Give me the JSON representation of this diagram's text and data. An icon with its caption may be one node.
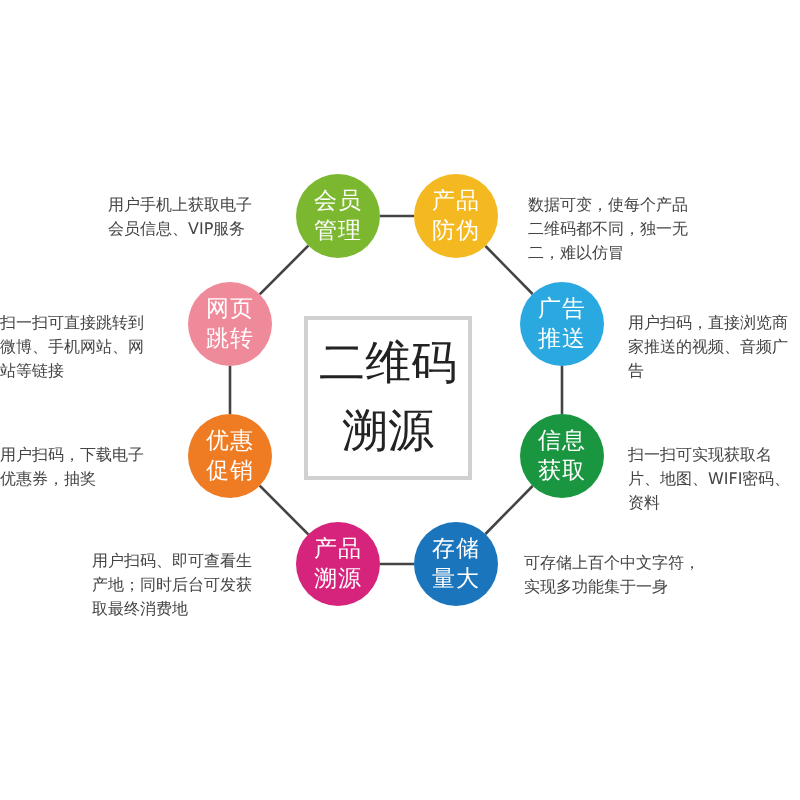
{
  "diagram": {
    "nodes": [
      {
        "text": [
          "会员管理"
        ],
        "beside": [
          "用户手机上获取电子会员信息、VIP服务"
        ]
      },
      {
        "text": [
          "产品防伪"
        ],
        "beside": [
          "数据可变，使每个产品二维码都不同，独一无二，难以仿冒"
        ]
      },
      {
        "text": [
          "广告推送"
        ],
        "beside": [
          "用户扫码，直接浏览商家推送的视频、音频广告"
        ]
      },
      {
        "text": [
          "信息获取"
        ],
        "beside": [
          "扫一扫可实现获取名片、地图、WIFI密码、资料"
        ]
      },
      {
        "text": [
          "存储量大"
        ],
        "beside": [
          "可存储上百个中文字符，实现多功能集于一身"
        ]
      },
      {
        "text": [
          "产品溯源"
        ],
        "beside": [
          "用户扫码、即可查看生产地；同时后台可发获取最终消费地"
        ]
      },
      {
        "text": [
          "优惠促销"
        ],
        "beside": [
          "用户扫码，下载电子优惠券，抽奖"
        ]
      },
      {
        "text": [
          "网页跳转"
        ],
        "beside": [
          "扫一扫可直接跳转到微博、手机网站、网站等链接"
        ]
      },
      {
        "text": [
          "二维码溯源"
        ]
      }
    ],
    "edges": [
      {
        "from": 0,
        "to": 1,
        "arrow": "none"
      },
      {
        "from": 1,
        "to": 2,
        "arrow": "none"
      },
      {
        "from": 2,
        "to": 3,
        "arrow": "none"
      },
      {
        "from": 3,
        "to": 4,
        "arrow": "none"
      },
      {
        "from": 4,
        "to": 5,
        "arrow": "none"
      },
      {
        "from": 5,
        "to": 6,
        "arrow": "none"
      },
      {
        "from": 6,
        "to": 7,
        "arrow": "none"
      },
      {
        "from": 7,
        "to": 0,
        "arrow": "none"
      }
    ]
  }
}
